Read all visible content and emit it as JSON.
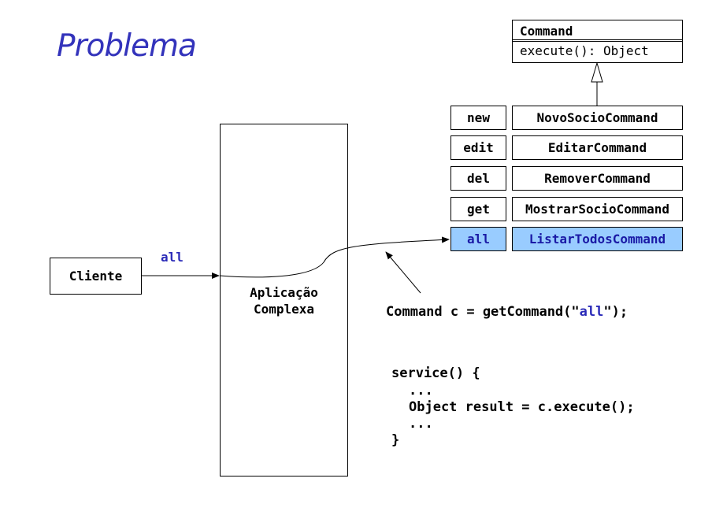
{
  "title": "Problema",
  "command_interface": {
    "name": "Command",
    "method": "execute(): Object"
  },
  "rows": [
    {
      "key": "new",
      "command": "NovoSocioCommand"
    },
    {
      "key": "edit",
      "command": "EditarCommand"
    },
    {
      "key": "del",
      "command": "RemoverCommand"
    },
    {
      "key": "get",
      "command": "MostrarSocioCommand"
    },
    {
      "key": "all",
      "command": "ListarTodosCommand"
    }
  ],
  "client_label": "Cliente",
  "request_label": "all",
  "app_label_line1": "Aplicação",
  "app_label_line2": "Complexa",
  "getcommand": {
    "prefix": "Command c = getCommand(\"",
    "arg": "all",
    "suffix": "\");"
  },
  "service_code": {
    "line1": "service() {",
    "line2": "...",
    "line3": "Object result = c.execute();",
    "line4": "...",
    "line5": "}"
  },
  "colors": {
    "title": "#3333bb",
    "highlight_bg": "#99ccff",
    "highlight_text": "#1a1aa6"
  }
}
